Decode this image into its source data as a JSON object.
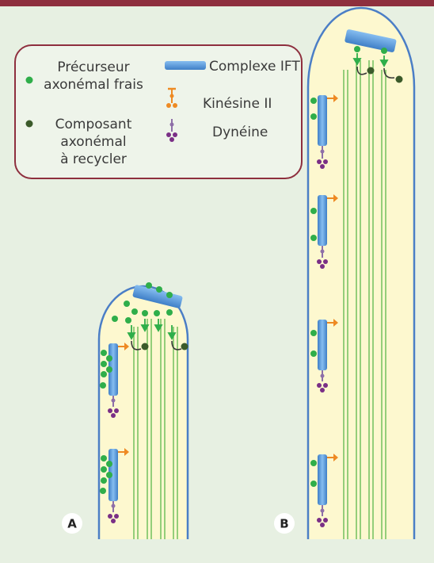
{
  "legend": {
    "fresh_precursor_line1": "Précurseur",
    "fresh_precursor_line2": "axonémal frais",
    "recycled_line1": "Composant",
    "recycled_line2": "axonémal",
    "recycled_line3": "à recycler",
    "ift_complex": "Complexe IFT",
    "kinesin": "Kinésine II",
    "dynein": "Dynéine"
  },
  "panels": {
    "a_label": "A",
    "b_label": "B"
  },
  "colors": {
    "frame": "#8e2f3e",
    "background": "#e7f0e2",
    "cilium_fill": "#fdf8cf",
    "membrane": "#4b7ec6",
    "ift": "#5b9ad8",
    "microtubule": "#5cb84d",
    "fresh_precursor": "#2fae4a",
    "recycled_component": "#3b5a2a",
    "kinesin": "#ee8a23",
    "dynein": "#7a2f86"
  },
  "icons": [
    "fresh-precursor-icon",
    "recycled-component-icon",
    "ift-complex-icon",
    "kinesin-icon",
    "dynein-icon"
  ]
}
